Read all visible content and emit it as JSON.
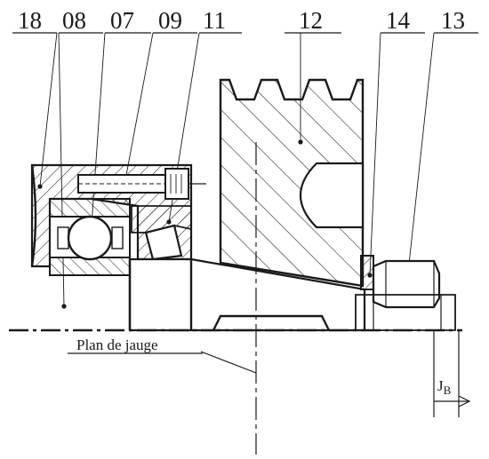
{
  "diagram": {
    "callouts": [
      {
        "id": "c18",
        "text": "18"
      },
      {
        "id": "c08",
        "text": "08"
      },
      {
        "id": "c07",
        "text": "07"
      },
      {
        "id": "c09",
        "text": "09"
      },
      {
        "id": "c11",
        "text": "11"
      },
      {
        "id": "c12",
        "text": "12"
      },
      {
        "id": "c14",
        "text": "14"
      },
      {
        "id": "c13",
        "text": "13"
      }
    ],
    "gauge_plane_label": "Plan de jauge",
    "clearance_label": "J",
    "clearance_subscript": "B"
  }
}
